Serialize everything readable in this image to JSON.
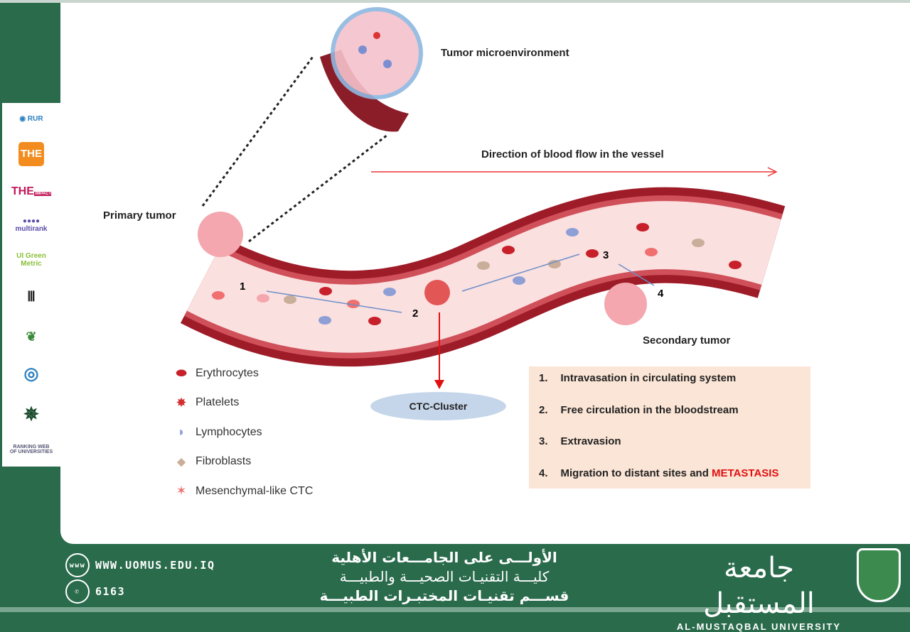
{
  "diagram": {
    "labels": {
      "microenvironment": "Tumor microenvironment",
      "flow": "Direction of blood flow in the vessel",
      "primary": "Primary tumor",
      "secondary": "Secondary tumor",
      "cluster": "CTC-Cluster"
    },
    "markers": [
      "1",
      "2",
      "3",
      "4"
    ],
    "legend": [
      {
        "icon": "erythrocyte-icon",
        "label": "Erythrocytes",
        "color": "#c8202a"
      },
      {
        "icon": "platelet-icon",
        "label": "Platelets",
        "color": "#d23030"
      },
      {
        "icon": "lymphocyte-icon",
        "label": "Lymphocytes",
        "color": "#8e9fd6"
      },
      {
        "icon": "fibroblast-icon",
        "label": "Fibroblasts",
        "color": "#c9ae9a"
      },
      {
        "icon": "mesenchymal-ctc-icon",
        "label": "Mesenchymal-like CTC",
        "color": "#f07070"
      }
    ],
    "steps": [
      {
        "num": "1.",
        "text": "Intravasation in circulating system",
        "highlight": ""
      },
      {
        "num": "2.",
        "text": "Free circulation in the bloodstream",
        "highlight": ""
      },
      {
        "num": "3.",
        "text": "Extravasion",
        "highlight": ""
      },
      {
        "num": "4.",
        "text": "Migration to distant sites and ",
        "highlight": "METASTASIS"
      }
    ]
  },
  "sidebar": {
    "logos": [
      "RUR",
      "THE",
      "THE UNIVERSITY IMPACT RANKINGS",
      "multirank",
      "UI GreenMetric",
      "ranking-institution-icon",
      "Arab universities association",
      "Sustainable Development Goals",
      "Federation of Arab Engineers",
      "RANKING WEB OF UNIVERSITIES"
    ]
  },
  "footer": {
    "website": "WWW.UOMUS.EDU.IQ",
    "phone": "6163",
    "arabic_lines": [
      "الأولـــى على الجامـــعات الأهلية",
      "كليـــة التقنيـات الصحيـــة والطبيـــة",
      "قســـم تقنيـات المختبـرات الطبيـــة"
    ],
    "university_ar": "جامعة المستقبل",
    "university_en": "AL-MUSTAQBAL UNIVERSITY"
  },
  "colors": {
    "green": "#2a6b4c",
    "vessel": "#a81e2a",
    "accent_red": "#e01010"
  }
}
